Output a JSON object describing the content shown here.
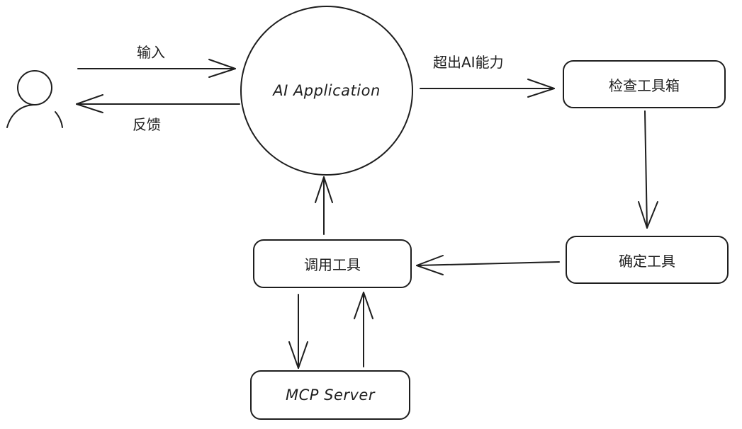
{
  "diagram": {
    "actor": {
      "icon": "user-icon"
    },
    "center": {
      "label": "AI Application"
    },
    "nodes": {
      "check_toolbox": "检查工具箱",
      "determine_tool": "确定工具",
      "call_tool": "调用工具",
      "mcp_server": "MCP Server"
    },
    "edge_labels": {
      "input": "输入",
      "feedback": "反馈",
      "beyond_ai": "超出AI能力"
    }
  }
}
